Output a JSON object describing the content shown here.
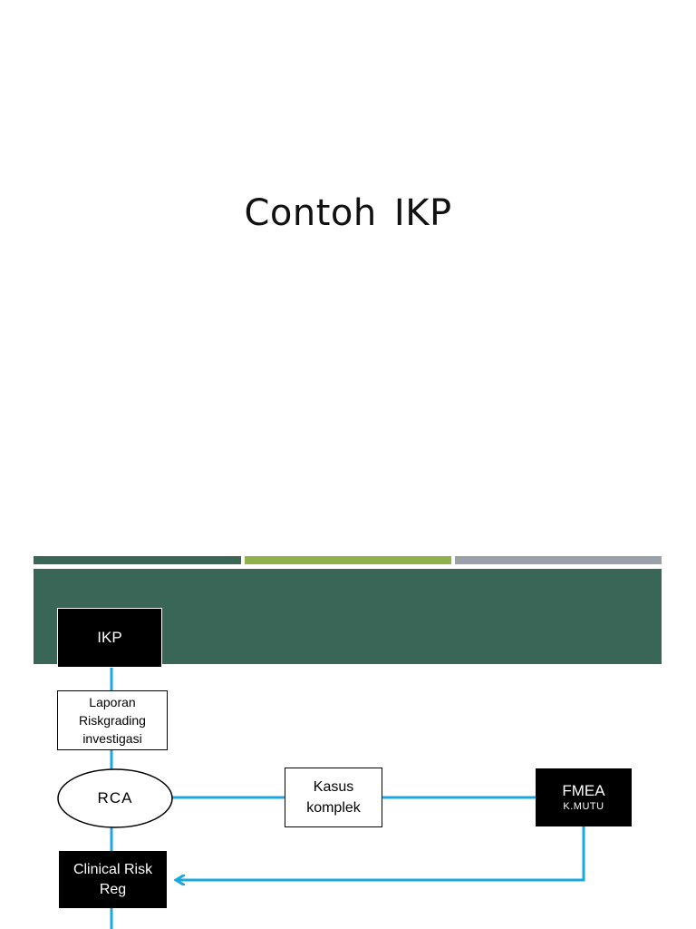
{
  "slide": {
    "title": "Contoh  IKP"
  },
  "colors": {
    "stripe_1": "#3a6657",
    "stripe_2": "#8fb04a",
    "stripe_3": "#9aa1aa",
    "band": "#3a6657",
    "connector": "#1aa8e0",
    "node_dark": "#000000",
    "node_light": "#ffffff"
  },
  "diagram": {
    "nodes": {
      "ikp": {
        "lines": [
          "IKP"
        ]
      },
      "laporan": {
        "lines": [
          "Laporan",
          "Riskgrading",
          "investigasi"
        ]
      },
      "rca": {
        "lines": [
          "RCA"
        ]
      },
      "kasus": {
        "lines": [
          "Kasus",
          "komplek"
        ]
      },
      "fmea": {
        "lines": [
          "FMEA",
          "K.MUTU"
        ]
      },
      "clinical": {
        "lines": [
          "Clinical Risk",
          "Reg"
        ]
      }
    }
  }
}
